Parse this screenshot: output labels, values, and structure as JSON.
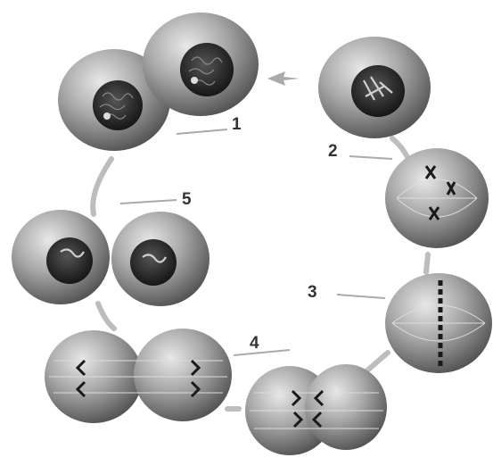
{
  "diagram": {
    "stages": [
      {
        "id": "interphase",
        "label": ""
      },
      {
        "id": "prophase",
        "label": "1"
      },
      {
        "id": "prometaphase",
        "label": "2"
      },
      {
        "id": "metaphase",
        "label": "3"
      },
      {
        "id": "anaphase",
        "label": "4"
      },
      {
        "id": "telophase",
        "label": "5"
      }
    ],
    "colors": {
      "cell_fill": "#a9a9a9",
      "cell_shadow": "#4a4a4a",
      "nucleus": "#1a1a1a",
      "cycle_ring": "#bdbdbd",
      "label": "#333333"
    },
    "style": "grayscale illustration"
  }
}
